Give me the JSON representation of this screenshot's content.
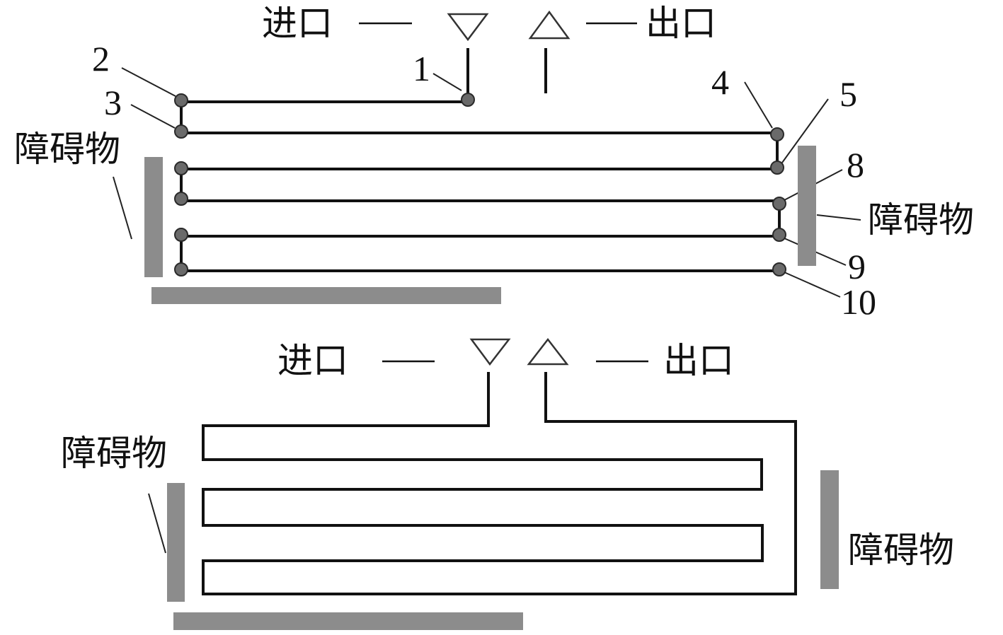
{
  "colors": {
    "line": "#111111",
    "obstacle": "#8c8c8c",
    "node": "#6a6a6a",
    "background": "#ffffff"
  },
  "top": {
    "inlet_label": "进口",
    "outlet_label": "出口",
    "obstacle_left": "障碍物",
    "obstacle_right": "障碍物",
    "nodes": {
      "n1": "1",
      "n2": "2",
      "n3": "3",
      "n4": "4",
      "n5": "5",
      "n8": "8",
      "n9": "9",
      "n10": "10"
    }
  },
  "bottom": {
    "inlet_label": "进口",
    "outlet_label": "出口",
    "obstacle_left": "障碍物",
    "obstacle_right": "障碍物"
  }
}
